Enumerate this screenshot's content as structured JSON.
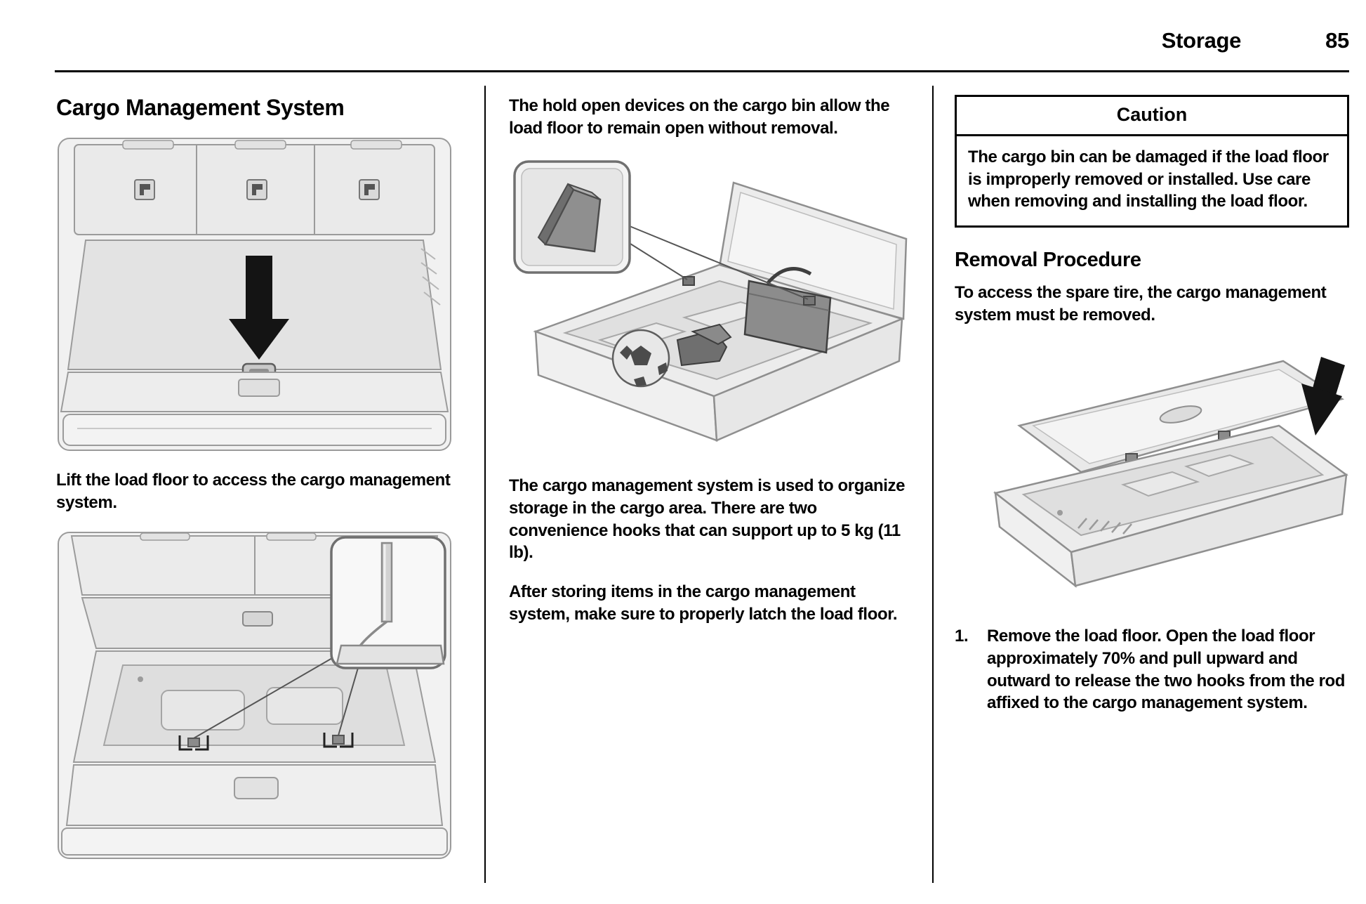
{
  "header": {
    "section": "Storage",
    "page_number": "85"
  },
  "column1": {
    "heading": "Cargo Management System",
    "caption1": "Lift the load floor to access the cargo management system."
  },
  "column2": {
    "para1": "The hold open devices on the cargo bin allow the load floor to remain open without removal.",
    "para2": "The cargo management system is used to organize storage in the cargo area. There are two convenience hooks that can support up to 5 kg (11 lb).",
    "para3": "After storing items in the cargo management system, make sure to properly latch the load floor."
  },
  "column3": {
    "caution": {
      "title": "Caution",
      "body": "The cargo bin can be damaged if the load floor is improperly removed or installed. Use care when removing and installing the load floor."
    },
    "heading": "Removal Procedure",
    "para1": "To access the spare tire, the cargo management system must be removed.",
    "steps": [
      {
        "number": "1.",
        "text": "Remove the load floor. Open the load floor approximately 70% and pull upward and outward to release the two hooks from the rod affixed to the cargo management system."
      }
    ]
  }
}
